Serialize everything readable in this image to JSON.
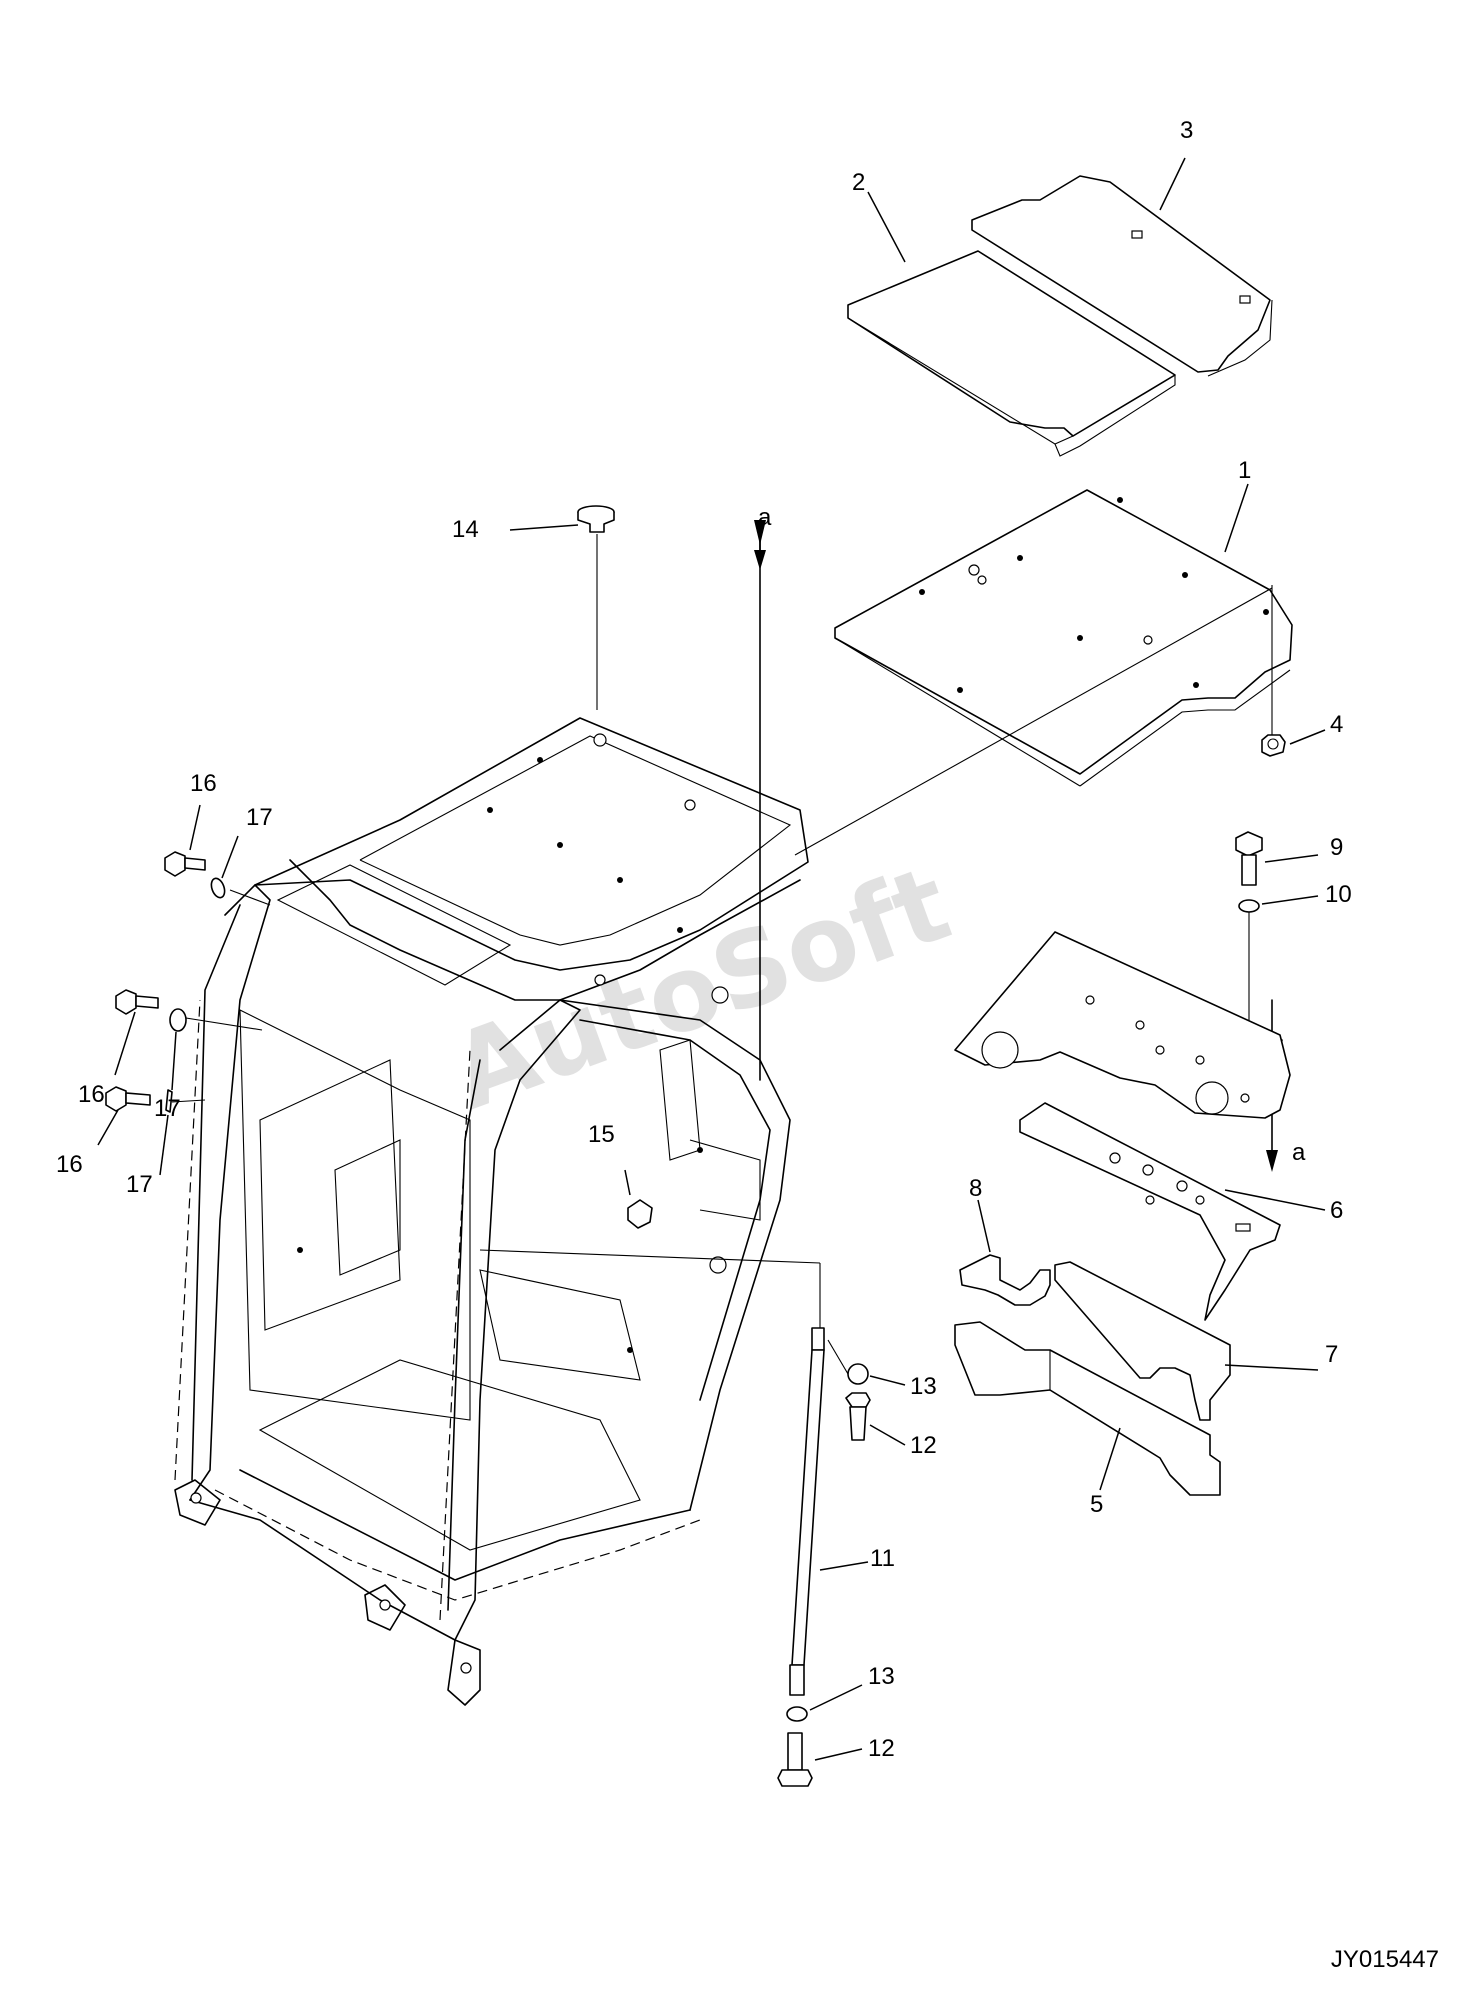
{
  "callouts": {
    "c1": "1",
    "c2": "2",
    "c3": "3",
    "c4": "4",
    "c5": "5",
    "c6": "6",
    "c7": "7",
    "c8": "8",
    "c9": "9",
    "c10": "10",
    "c11": "11",
    "c12a": "12",
    "c12b": "12",
    "c13a": "13",
    "c13b": "13",
    "c14": "14",
    "c15": "15",
    "c16a": "16",
    "c16b": "16",
    "c16c": "16",
    "c17a": "17",
    "c17b": "17",
    "c17c": "17",
    "ref_a1": "a",
    "ref_a2": "a"
  },
  "watermark": "AutoSoft",
  "figure_code": "JY015447"
}
